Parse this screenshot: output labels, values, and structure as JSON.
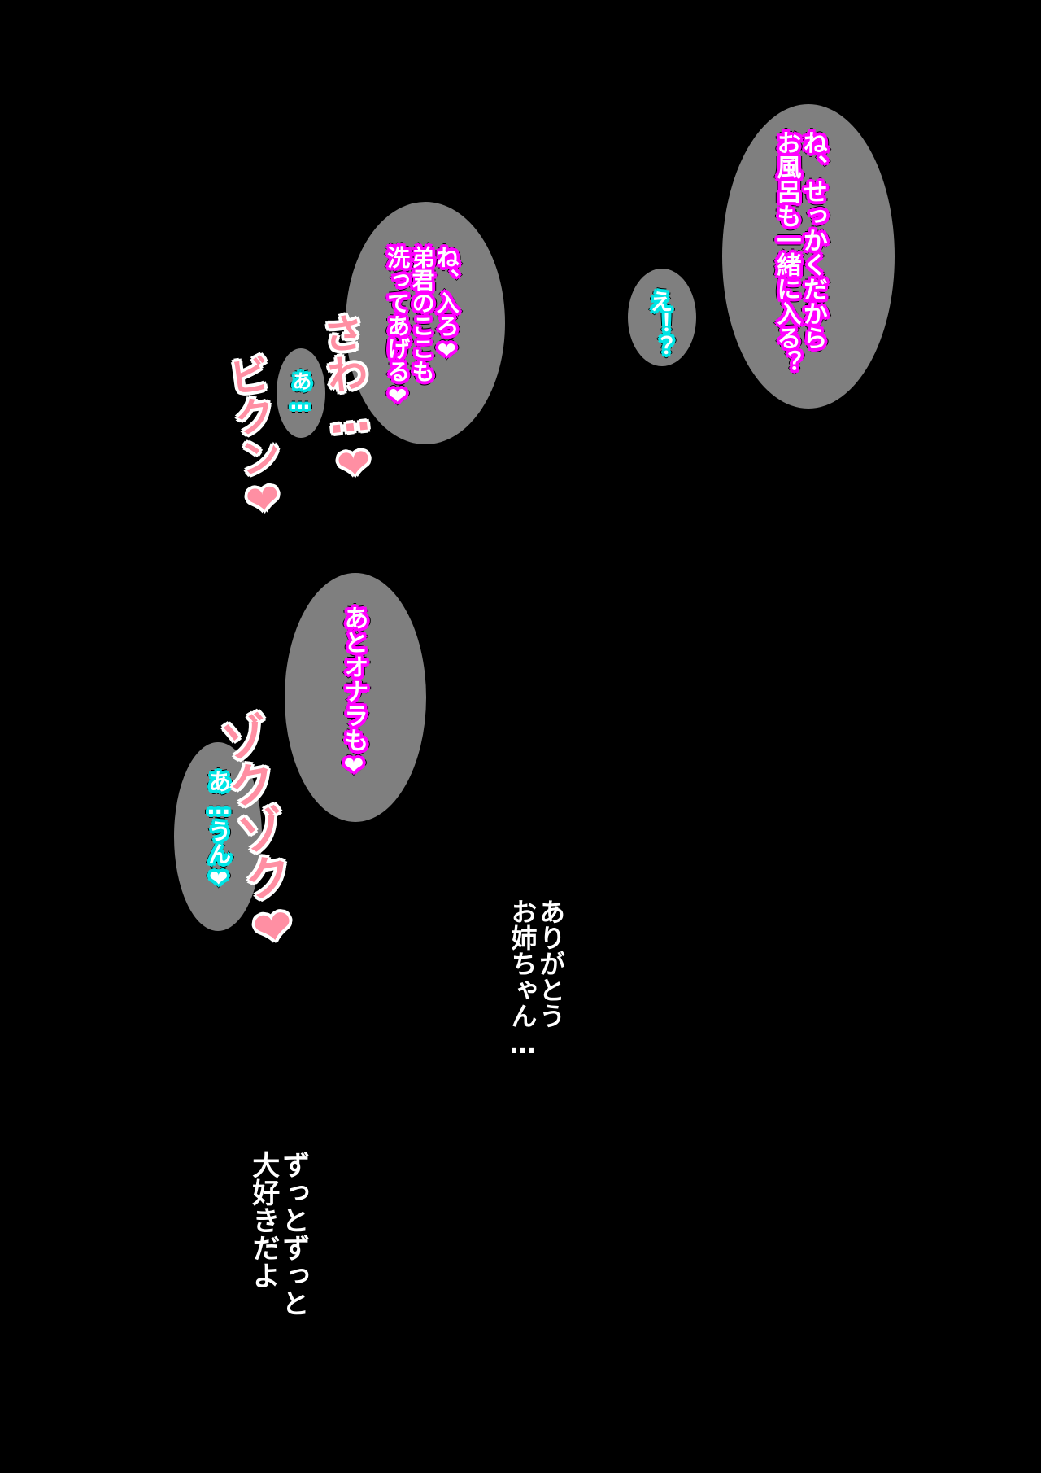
{
  "dialogue": {
    "b1": "ね、せっかくだから\nお風呂も一緒に入る？",
    "b2": "え！？",
    "b3": "ね、入ろ❤\n弟君のここも\n洗ってあげる❤",
    "b4": "あ…",
    "b5": "あとオナラも❤",
    "b6": "あ…うん❤"
  },
  "sfx": {
    "s1": "さわ…❤",
    "s2": "ビクン❤",
    "s3": "ゾクゾク❤"
  },
  "narration": {
    "n1": "ありがとう\nお姉ちゃん…",
    "n2": "ずっとずっと\n大好きだよ"
  },
  "colors": {
    "bubble": "#7f7f7f",
    "outline_sister": "#ff00ff",
    "outline_brother": "#00e5e5",
    "sfx": "#ff8fa3"
  }
}
